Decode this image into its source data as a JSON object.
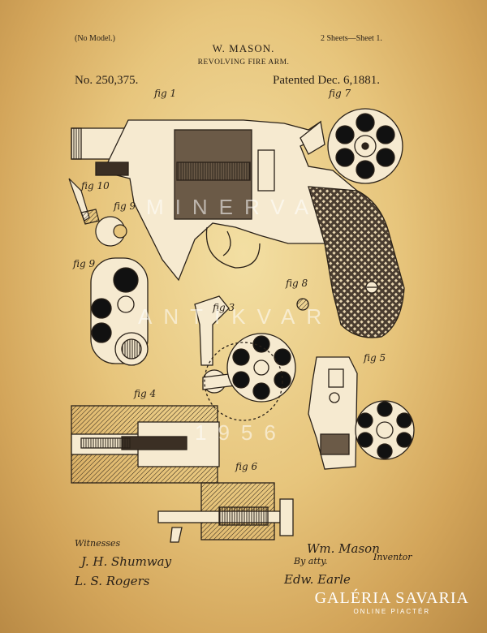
{
  "header": {
    "no_model": "(No Model.)",
    "inventor_name": "W. MASON.",
    "sheets": "2 Sheets—Sheet 1.",
    "subject": "REVOLVING FIRE ARM.",
    "patent_number": "No. 250,375.",
    "patent_date": "Patented Dec. 6,1881."
  },
  "figures": {
    "fig1": "fig 1",
    "fig7": "fig 7",
    "fig10": "fig 10",
    "fig9_small": "fig 9",
    "fig9": "fig 9",
    "fig8": "fig 8",
    "fig3": "fig 3",
    "fig5": "fig 5",
    "fig4": "fig 4",
    "fig6": "fig 6"
  },
  "watermark": {
    "line1": "MINERVA",
    "line2": "ANTIKVAR",
    "line3": "1956"
  },
  "footer": {
    "witnesses": "Witnesses",
    "witness1": "J. H. Shumway",
    "witness2": "L. S. Rogers",
    "inventor_signature": "Wm. Mason",
    "inventor_label": "Inventor",
    "by_atty": "By atty.",
    "attorney_signature": "Edw. Earle"
  },
  "gallery": {
    "name": "GALÉRIA SAVARIA",
    "tagline": "ONLINE PIACTÉR"
  },
  "colors": {
    "paper": "#e7c57c",
    "ink": "#2a2118"
  }
}
